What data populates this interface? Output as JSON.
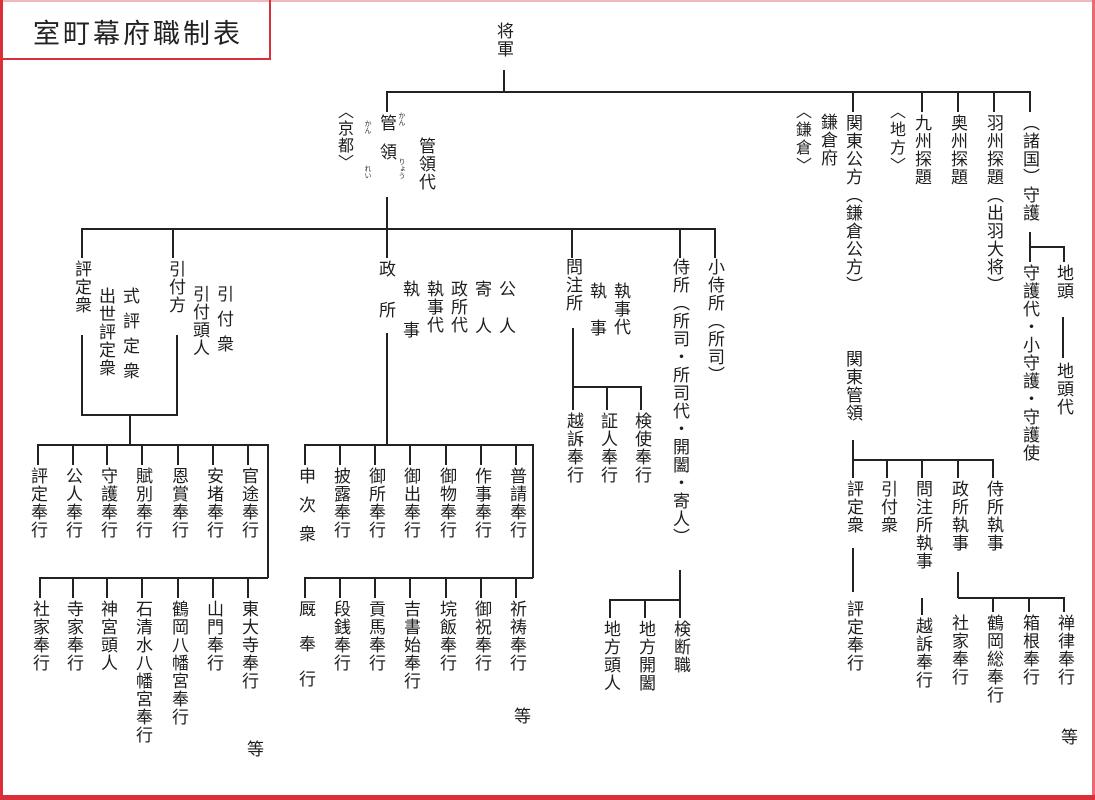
{
  "title": "室町幕府職制表",
  "root": "将軍",
  "kyoto": {
    "region": "〈京都〉",
    "kanrei": "管領",
    "kanrei_ruby_kan": "かん",
    "kanrei_ruby_rei": "れい",
    "kanrei_ruby_kan2": "かん",
    "kanrei_ruby_ryo": "りょう",
    "kanreidai": "管領代",
    "hyojoshu": {
      "label": "評定衆",
      "sub": [
        "出世評定衆",
        "式評定衆"
      ]
    },
    "hikitsukekata": {
      "label": "引付方",
      "sub": [
        "引付頭人",
        "引付衆"
      ]
    },
    "hyojo_bugyo_row1": [
      "評定奉行",
      "公人奉行",
      "守護奉行",
      "賦別奉行",
      "恩賞奉行",
      "安堵奉行",
      "官途奉行"
    ],
    "hyojo_bugyo_row2": [
      "社家奉行",
      "寺家奉行",
      "神宮頭人",
      "石清水八幡宮奉行",
      "鶴岡八幡宮奉行",
      "山門奉行",
      "東大寺奉行"
    ],
    "hyojo_bugyo_etc": "等",
    "mandokoro": {
      "label": "政所",
      "sub": [
        "執事",
        "執事代",
        "政所代",
        "寄人",
        "公人"
      ]
    },
    "mandokoro_row1": [
      "申次衆",
      "披露奉行",
      "御所奉行",
      "御出奉行",
      "御物奉行",
      "作事奉行",
      "普請奉行"
    ],
    "mandokoro_row2": [
      "厩奉行",
      "段銭奉行",
      "貢馬奉行",
      "吉書始奉行",
      "垸飯奉行",
      "御祝奉行",
      "祈祷奉行"
    ],
    "mandokoro_etc": "等",
    "monchujo": {
      "label": "問注所",
      "sub": [
        "執事",
        "執事代"
      ],
      "children": [
        "越訴奉行",
        "証人奉行",
        "検使奉行"
      ]
    },
    "samuraidokoro": {
      "label": "侍所（所司・所司代・開闔・寄人）",
      "children": [
        "地方頭人",
        "地方開闔",
        "検断職"
      ]
    },
    "kosamuraidokoro": "小侍所（所司）"
  },
  "kamakura": {
    "region": "〈鎌倉〉",
    "fu": "鎌倉府",
    "kubo": "関東公方（鎌倉公方）",
    "kanto_kanrei": "関東管領",
    "children": [
      "評定衆",
      "引付衆",
      "問注所執事",
      "政所執事",
      "侍所執事"
    ],
    "hyojo_bugyo": "評定奉行",
    "osso_bugyo": "越訴奉行",
    "mandokoro_children": [
      "社家奉行",
      "鶴岡総奉行",
      "箱根奉行",
      "禅律奉行"
    ],
    "etc": "等"
  },
  "chiho": {
    "region": "〈地方〉",
    "kyushu": "九州探題",
    "oshu": "奥州探題",
    "ushu": "羽州探題（出羽大将）",
    "shugo": "（諸国）守護",
    "shugo_sub": "守護代・小守護・守護使",
    "jito": "地頭",
    "jitodai": "地頭代"
  },
  "colors": {
    "frame": "#d9303a",
    "line": "#222222",
    "text": "#1e1e1e"
  }
}
